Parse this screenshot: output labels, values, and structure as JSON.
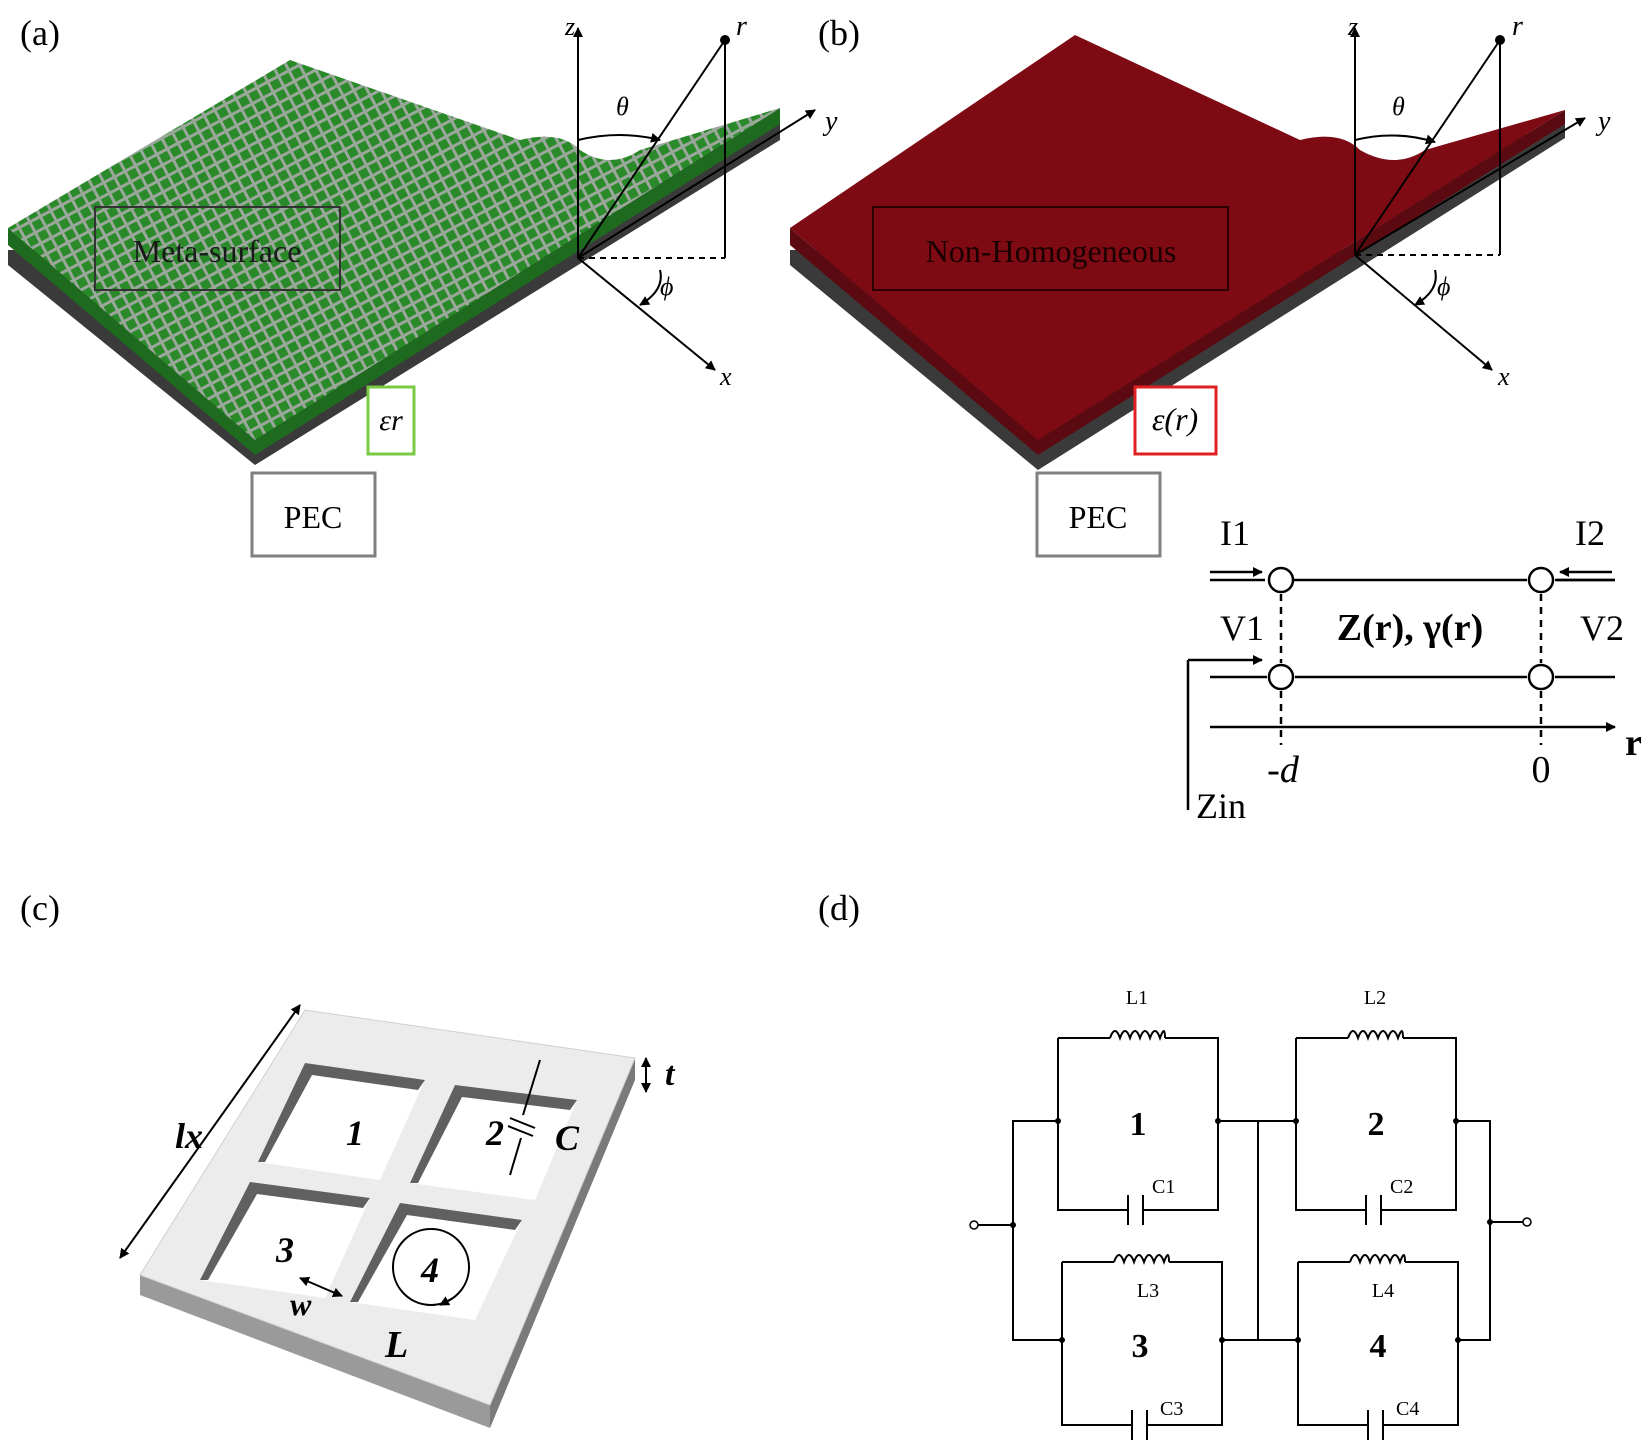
{
  "panels": {
    "a": {
      "label": "(a)",
      "surface_label": "Meta-surface",
      "material_label": "εr",
      "pec_label": "PEC",
      "surface_color": "#1e7a1e"
    },
    "b": {
      "label": "(b)",
      "surface_label": "Non-Homogeneous",
      "material_label": "ε(r)",
      "pec_label": "PEC",
      "surface_color": "#8a0a14"
    },
    "c": {
      "label": "(c)",
      "cells": [
        "1",
        "2",
        "3",
        "4"
      ],
      "lx": "lx",
      "t": "t",
      "C": "C",
      "w": "w",
      "L": "L"
    },
    "d": {
      "label": "(d)",
      "blocks": [
        "1",
        "2",
        "3",
        "4"
      ],
      "inductors": [
        "L1",
        "L2",
        "L3",
        "L4"
      ],
      "capacitors": [
        "C1",
        "C2",
        "C3",
        "C4"
      ]
    }
  },
  "axes": {
    "z": "z",
    "y": "y",
    "x": "x",
    "r": "r",
    "theta": "θ",
    "phi": "ϕ"
  },
  "tline": {
    "i1": "I1",
    "i2": "I2",
    "v1": "V1",
    "v2": "V2",
    "impedance": "Z(r), γ(r)",
    "minus_d": "-d",
    "zero": "0",
    "r_axis": "r",
    "zin": "Zin"
  },
  "colors": {
    "pec_gray": "#3a3a3a",
    "green_box": "#7ac943",
    "red_box": "#e02020",
    "pec_box": "#808080"
  }
}
